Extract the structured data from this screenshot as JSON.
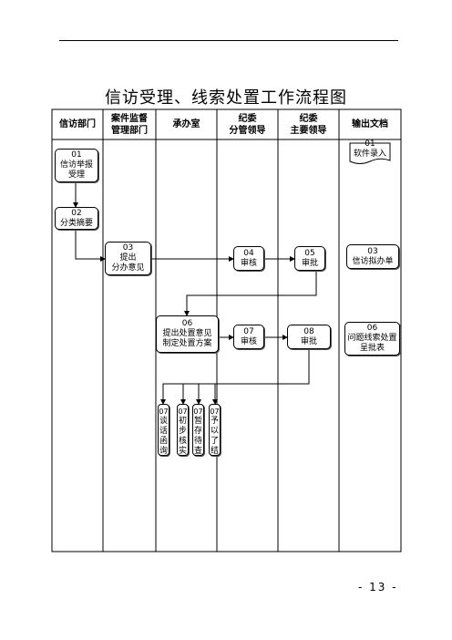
{
  "title": "信访受理、线索处置工作流程图",
  "page_number": "- 13 -",
  "columns": [
    {
      "line1": "信访部门",
      "line2": ""
    },
    {
      "line1": "案件监督",
      "line2": "管理部门"
    },
    {
      "line1": "承办室",
      "line2": ""
    },
    {
      "line1": "纪委",
      "line2": "分管领导"
    },
    {
      "line1": "纪委",
      "line2": "主要领导"
    },
    {
      "line1": "输出文档",
      "line2": ""
    }
  ],
  "nodes": {
    "n01": {
      "num": "01",
      "l1": "信访举报",
      "l2": "受理"
    },
    "n02": {
      "num": "02",
      "l1": "分类摘要"
    },
    "n03": {
      "num": "03",
      "l1": "提出",
      "l2": "分办意见"
    },
    "n04": {
      "num": "04",
      "l1": "审核"
    },
    "n05": {
      "num": "05",
      "l1": "审批"
    },
    "n06": {
      "num": "06",
      "l1": "提出处置意见",
      "l2": "制定处置方案"
    },
    "n07": {
      "num": "07",
      "l1": "审核"
    },
    "n08": {
      "num": "08",
      "l1": "审批"
    },
    "o01": {
      "num": "01",
      "l1": "软件录入"
    },
    "o03": {
      "num": "03",
      "l1": "信访拟办单"
    },
    "o06": {
      "num": "06",
      "l1": "问题线索处置",
      "l2": "呈批表"
    },
    "v1": {
      "num": "07",
      "text": "谈话函询"
    },
    "v2": {
      "num": "07",
      "text": "初步核实"
    },
    "v3": {
      "num": "07",
      "text": "暂存待查"
    },
    "v4": {
      "num": "07",
      "text": "予以了结"
    }
  }
}
